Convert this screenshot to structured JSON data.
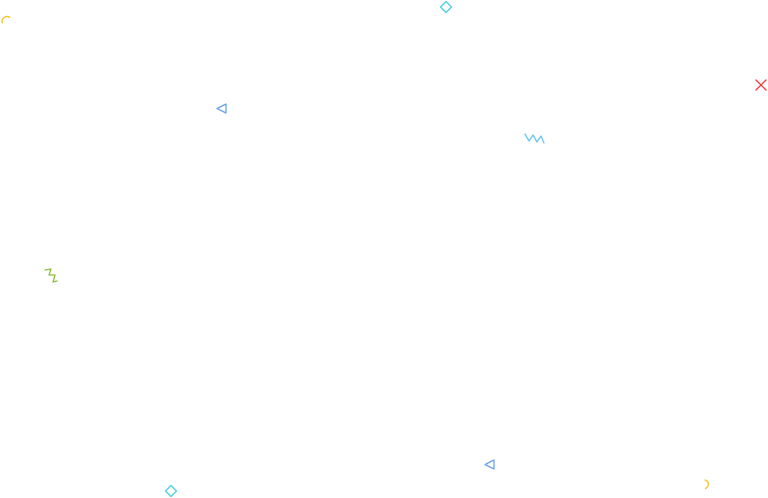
{
  "background_color": "#ffffff",
  "colors": {
    "yellow": "#f7c325",
    "cyan": "#4dd0e6",
    "blue": "#6aa6e8",
    "red": "#ee3a3a",
    "sky": "#6cc4ee",
    "green": "#8bbf3a"
  },
  "shapes": [
    {
      "name": "arc-icon-top-left",
      "icon": "arc-icon",
      "color": "yellow"
    },
    {
      "name": "diamond-icon-top",
      "icon": "diamond-icon",
      "color": "cyan"
    },
    {
      "name": "triangle-icon-upper-left",
      "icon": "triangle-left-icon",
      "color": "blue"
    },
    {
      "name": "cross-icon-right",
      "icon": "cross-icon",
      "color": "red"
    },
    {
      "name": "zigzag-icon-upper-middle",
      "icon": "zigzag-icon",
      "color": "sky"
    },
    {
      "name": "zigzag-icon-left",
      "icon": "zigzag-icon",
      "color": "green"
    },
    {
      "name": "triangle-icon-bottom-middle",
      "icon": "triangle-left-icon",
      "color": "blue"
    },
    {
      "name": "diamond-icon-bottom-left",
      "icon": "diamond-icon",
      "color": "cyan"
    },
    {
      "name": "arc-icon-bottom-right",
      "icon": "arc-icon",
      "color": "yellow"
    }
  ]
}
